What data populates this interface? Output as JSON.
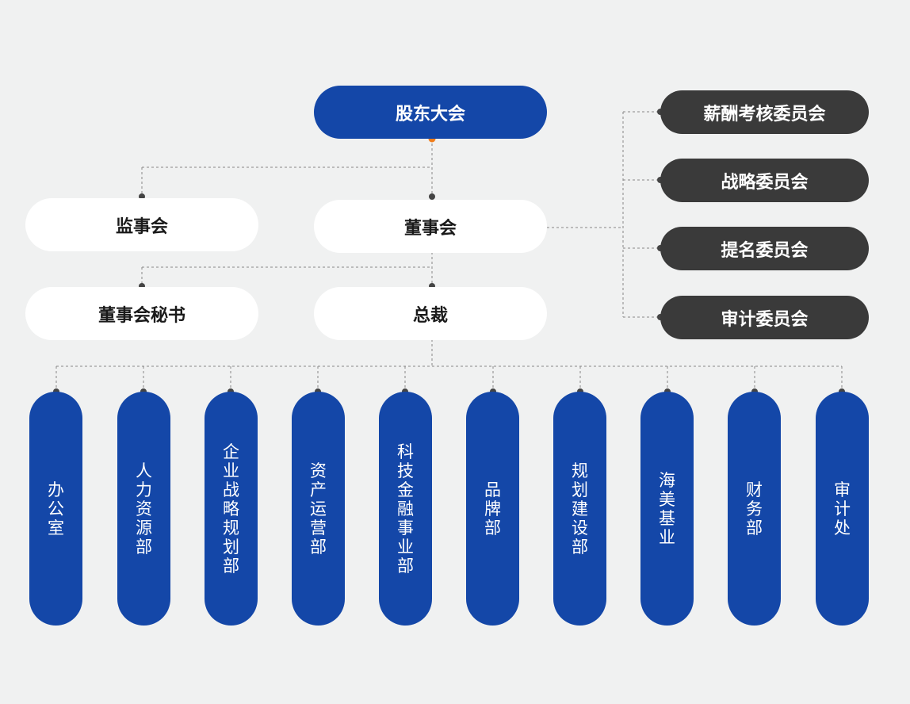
{
  "shareholders": "股东大会",
  "supervisory_board": "监事会",
  "board_of_directors": "董事会",
  "board_secretary": "董事会秘书",
  "president": "总裁",
  "committees": [
    "薪酬考核委员会",
    "战略委员会",
    "提名委员会",
    "审计委员会"
  ],
  "departments": [
    "办公室",
    "人力资源部",
    "企业战略规划部",
    "资产运营部",
    "科技金融事业部",
    "品牌部",
    "规划建设部",
    "海美基业",
    "财务部",
    "审计处"
  ],
  "colors": {
    "primary_blue": "#1447a8",
    "committee_gray": "#3a3a3a",
    "connector_dot": "#444444",
    "accent_orange": "#f07d1a"
  }
}
